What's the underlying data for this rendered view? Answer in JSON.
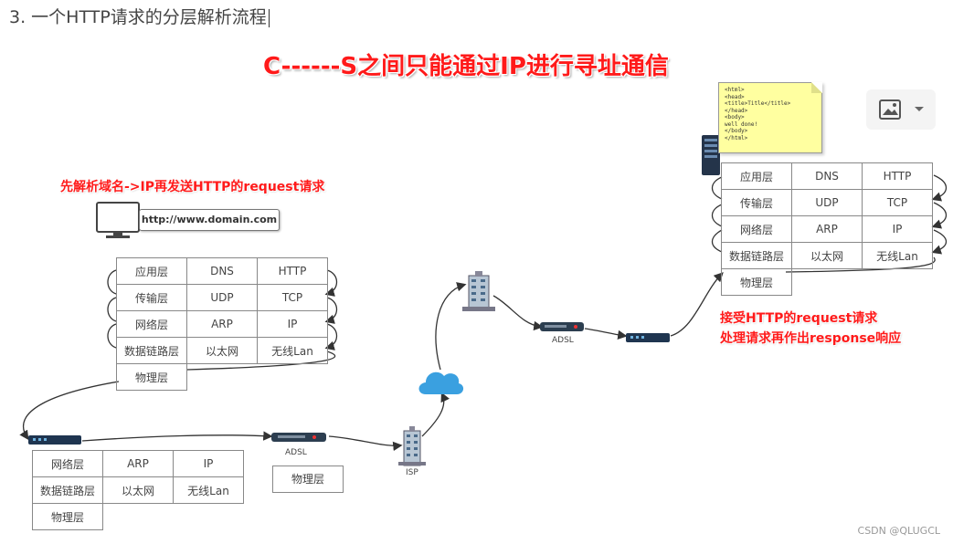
{
  "heading": "3. 一个HTTP请求的分层解析流程",
  "main_title": "C------S之间只能通过IP进行寻址通信",
  "client_note": "先解析域名->IP再发送HTTP的request请求",
  "server_note": [
    "接受HTTP的request请求",
    "处理请求再作出response响应"
  ],
  "url": "http://www.domain.com",
  "client_stack": [
    [
      "应用层",
      "DNS",
      "HTTP"
    ],
    [
      "传输层",
      "UDP",
      "TCP"
    ],
    [
      "网络层",
      "ARP",
      "IP"
    ],
    [
      "数据链路层",
      "以太网",
      "无线Lan"
    ],
    [
      "物理层"
    ]
  ],
  "server_stack": [
    [
      "应用层",
      "DNS",
      "HTTP"
    ],
    [
      "传输层",
      "UDP",
      "TCP"
    ],
    [
      "网络层",
      "ARP",
      "IP"
    ],
    [
      "数据链路层",
      "以太网",
      "无线Lan"
    ],
    [
      "物理层"
    ]
  ],
  "router_stack": [
    [
      "网络层",
      "ARP",
      "IP"
    ],
    [
      "数据链路层",
      "以太网",
      "无线Lan"
    ],
    [
      "物理层"
    ]
  ],
  "adsl_label": "ADSL",
  "adsl_layer": "物理层",
  "isp_label": "ISP",
  "adsl_label_2": "ADSL",
  "html_note": [
    "<html>",
    "<head>",
    "<title>Title</title>",
    "</head>",
    "<body>",
    "well done!",
    "</body>",
    "</html>"
  ],
  "watermark": "CSDN @QLUGCL",
  "colors": {
    "title_red": "#ff1a1a",
    "cloud": "#3aa0e0",
    "device": "#1f3550",
    "note_yellow": "#ffffa0"
  },
  "icons": [
    "monitor-icon",
    "router-icon",
    "modem-icon",
    "building-icon",
    "cloud-icon",
    "server-icon",
    "image-icon",
    "chevron-down-icon"
  ]
}
